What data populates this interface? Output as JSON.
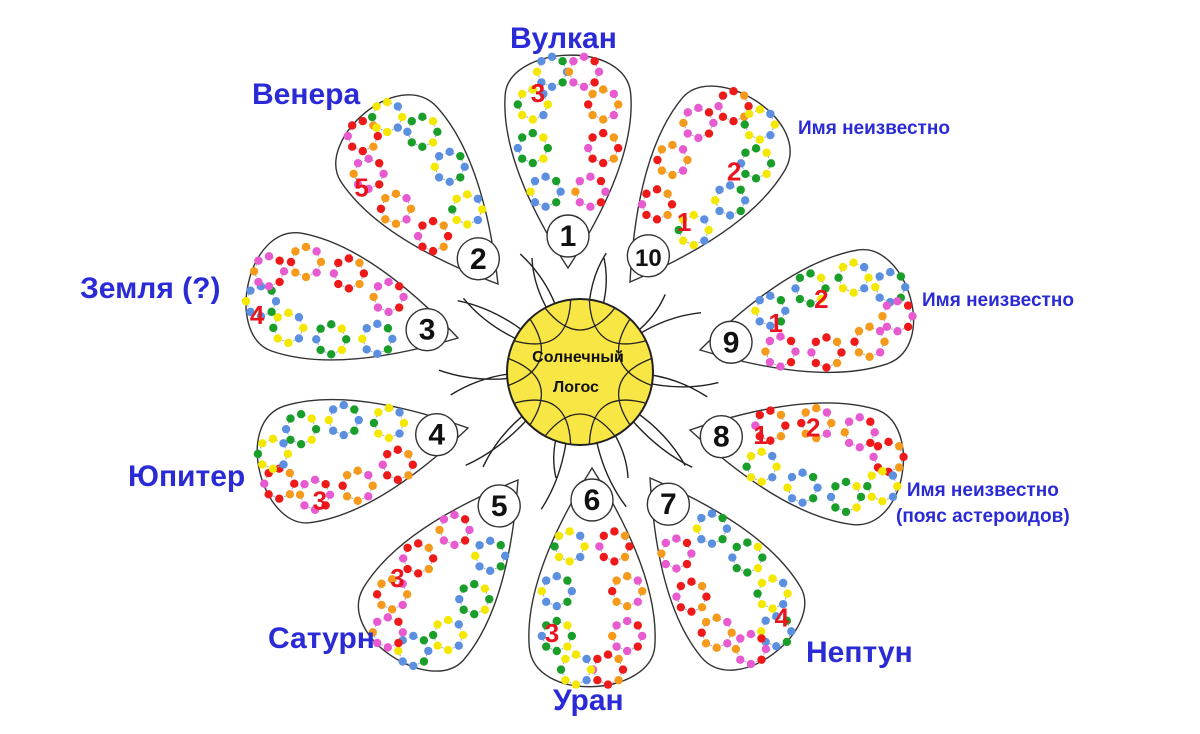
{
  "center": {
    "line1": "Солнечный",
    "line2": "Логос",
    "fill": "#f8e645"
  },
  "colors": {
    "label": "#2a2ad6",
    "red_number": "#e8141e",
    "outline": "#333333",
    "bead_palette": [
      "#5b8fe0",
      "#e85ad0",
      "#1a9e2a",
      "#ee1a1a",
      "#f5e800",
      "#f59a1a"
    ]
  },
  "petals": [
    {
      "number": "1",
      "label": "Вулкан",
      "red_numbers": [
        "3"
      ]
    },
    {
      "number": "10",
      "label": "Имя неизвестно",
      "red_numbers": [
        "2",
        "1"
      ]
    },
    {
      "number": "9",
      "label": "Имя неизвестно",
      "red_numbers": [
        "1",
        "2"
      ]
    },
    {
      "number": "8",
      "label": "Имя неизвестно",
      "label_line2": "(пояс астероидов)",
      "red_numbers": [
        "1",
        "2"
      ]
    },
    {
      "number": "7",
      "label": "Нептун",
      "red_numbers": [
        "4"
      ]
    },
    {
      "number": "6",
      "label": "Уран",
      "red_numbers": [
        "3"
      ]
    },
    {
      "number": "5",
      "label": "Сатурн",
      "red_numbers": [
        "3"
      ]
    },
    {
      "number": "4",
      "label": "Юпитер",
      "red_numbers": [
        "3"
      ]
    },
    {
      "number": "3",
      "label": "Земля (?)",
      "red_numbers": [
        "4"
      ]
    },
    {
      "number": "2",
      "label": "Венера",
      "red_numbers": [
        "5"
      ]
    }
  ]
}
